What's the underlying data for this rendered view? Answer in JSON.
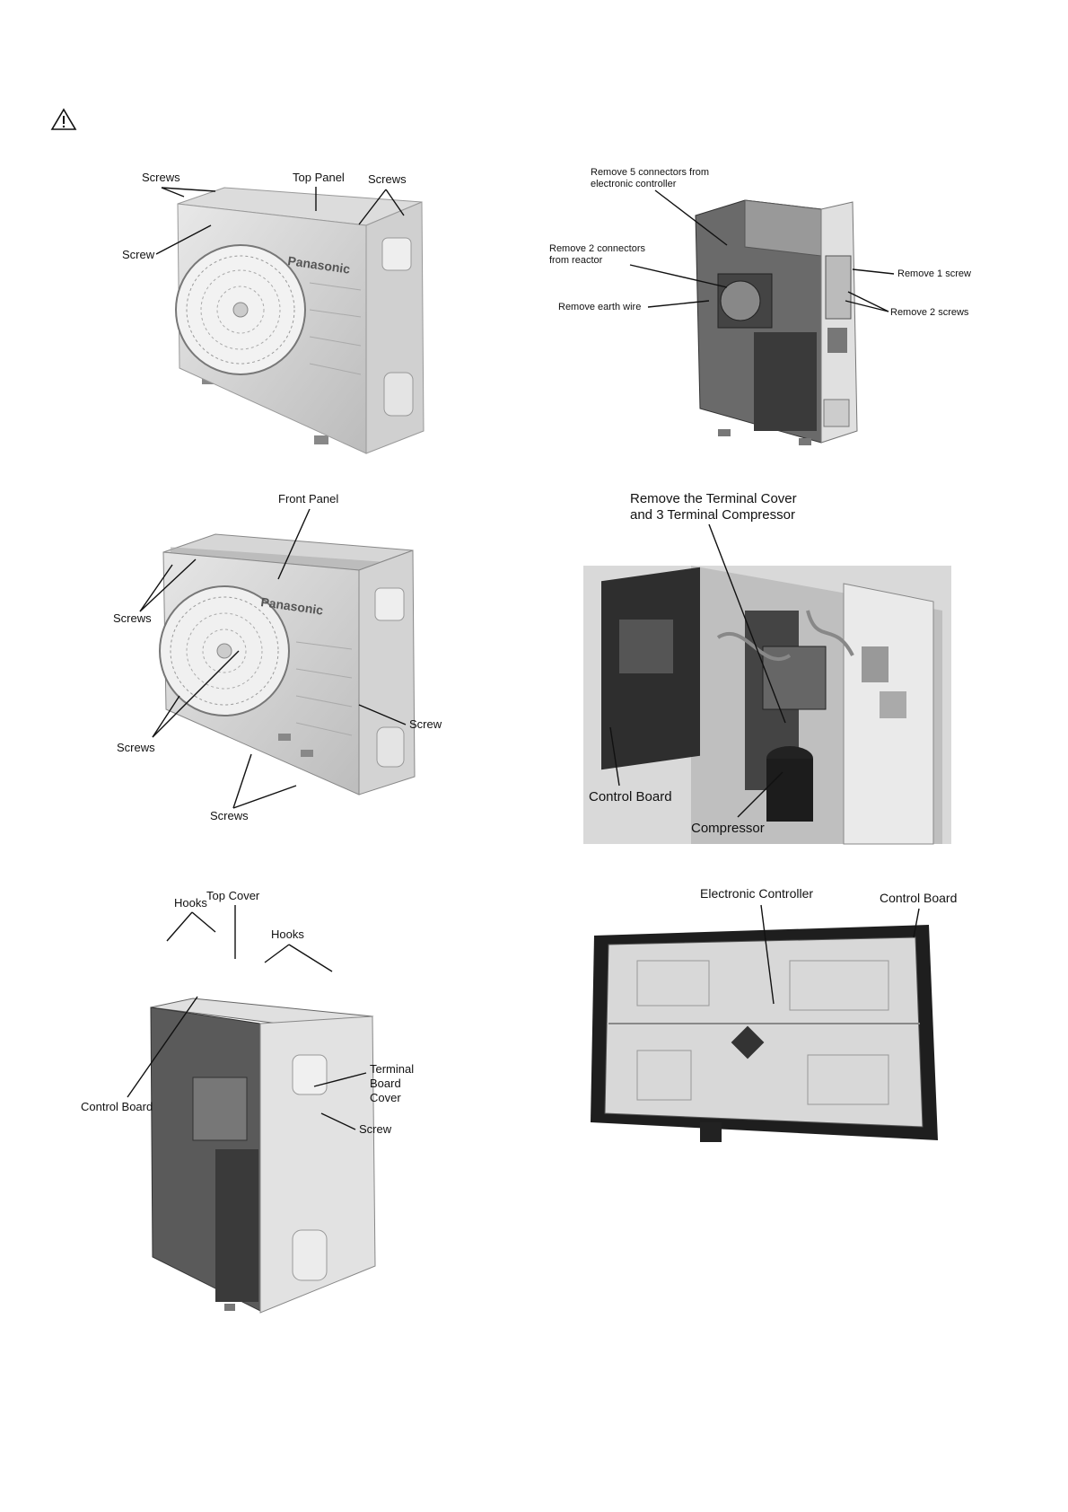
{
  "figures": {
    "top_panel": {
      "labels": {
        "screws_top_left": "Screws",
        "top_panel": "Top Panel",
        "screws_top_right": "Screws",
        "screw_left": "Screw"
      },
      "brand": "Panasonic"
    },
    "connectors": {
      "labels": {
        "remove_5_line1": "Remove 5 connectors from",
        "remove_5_line2": "electronic controller",
        "remove_2_line1": "Remove 2 connectors",
        "remove_2_line2": "from reactor",
        "earth_wire": "Remove earth wire",
        "one_screw": "Remove 1 screw",
        "two_screws": "Remove 2 screws"
      }
    },
    "front_panel": {
      "labels": {
        "front_panel": "Front Panel",
        "screws_upper": "Screws",
        "screws_middle": "Screws",
        "screw_right": "Screw",
        "screws_bottom": "Screws"
      },
      "brand": "Panasonic"
    },
    "compressor": {
      "labels": {
        "line1": "Remove the Terminal Cover",
        "line2": "and 3 Terminal Compressor",
        "control_board": "Control Board",
        "compressor": "Compressor"
      }
    },
    "top_cover": {
      "labels": {
        "hooks_left": "Hooks",
        "top_cover": "Top Cover",
        "hooks_right": "Hooks",
        "control_board": "Control Board",
        "terminal_line1": "Terminal",
        "terminal_line2": "Board",
        "terminal_line3": "Cover",
        "screw": "Screw"
      }
    },
    "controller": {
      "labels": {
        "electronic_controller": "Electronic Controller",
        "control_board": "Control Board"
      }
    }
  }
}
